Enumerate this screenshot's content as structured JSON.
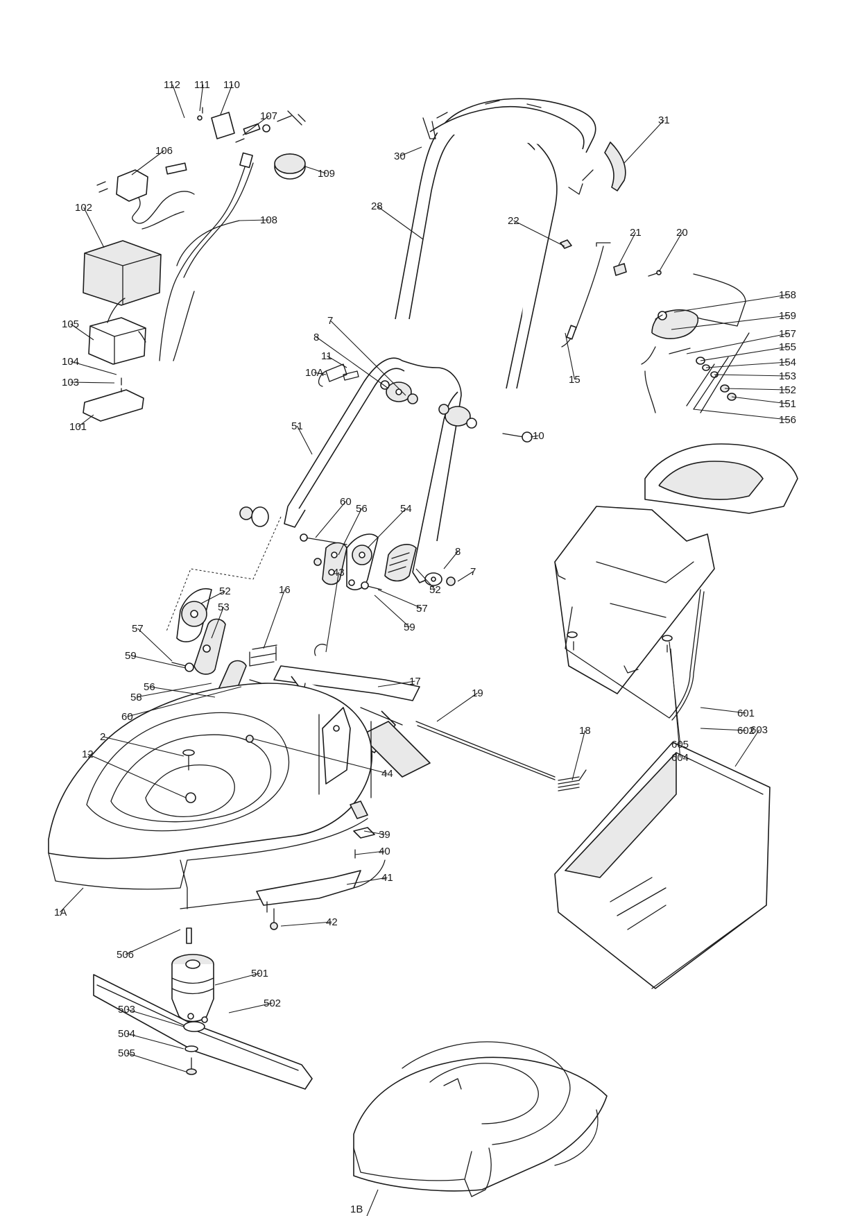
{
  "diagram": {
    "labels": [
      "112",
      "111",
      "110",
      "107",
      "109",
      "106",
      "108",
      "102",
      "105",
      "104",
      "103",
      "101",
      "30",
      "28",
      "31",
      "22",
      "21",
      "20",
      "158",
      "159",
      "157",
      "155",
      "154",
      "153",
      "152",
      "151",
      "156",
      "15",
      "7",
      "8",
      "11",
      "10A",
      "10",
      "51",
      "60",
      "56",
      "54",
      "8",
      "7",
      "52",
      "57",
      "59",
      "52",
      "53",
      "16",
      "43",
      "57",
      "59",
      "56",
      "58",
      "60",
      "17",
      "19",
      "2",
      "12",
      "44",
      "39",
      "40",
      "41",
      "1A",
      "42",
      "601",
      "602",
      "605",
      "604",
      "18",
      "603",
      "506",
      "501",
      "502",
      "503",
      "504",
      "505",
      "1B"
    ]
  }
}
